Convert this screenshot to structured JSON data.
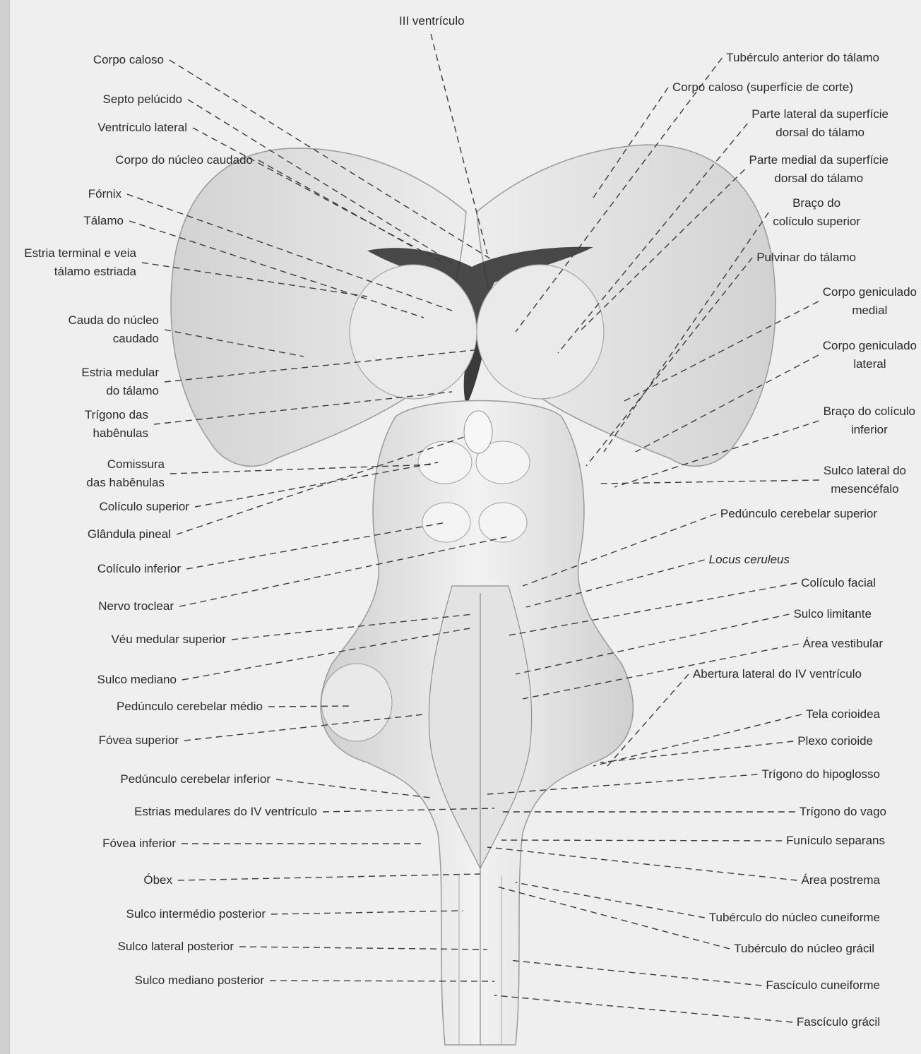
{
  "figure": {
    "top_label": "III ventrículo",
    "left_labels": [
      [
        "Corpo caloso"
      ],
      [
        "Septo pelúcido"
      ],
      [
        "Ventrículo lateral"
      ],
      [
        "Corpo do núcleo caudado"
      ],
      [
        "Fórnix"
      ],
      [
        "Tálamo"
      ],
      [
        "Estria terminal e veia",
        "tálamo estriada"
      ],
      [
        "Cauda do núcleo",
        "caudado"
      ],
      [
        "Estria medular",
        "do tálamo"
      ],
      [
        "Trígono das",
        "habênulas"
      ],
      [
        "Comissura",
        "das habênulas"
      ],
      [
        "Colículo superior"
      ],
      [
        "Glândula pineal"
      ],
      [
        "Colículo inferior"
      ],
      [
        "Nervo troclear"
      ],
      [
        "Véu medular superior"
      ],
      [
        "Sulco mediano"
      ],
      [
        "Pedúnculo cerebelar médio"
      ],
      [
        "Fóvea superior"
      ],
      [
        "Pedúnculo cerebelar inferior"
      ],
      [
        "Estrias medulares do IV ventrículo"
      ],
      [
        "Fóvea inferior"
      ],
      [
        "Óbex"
      ],
      [
        "Sulco intermédio posterior"
      ],
      [
        "Sulco lateral posterior"
      ],
      [
        "Sulco mediano posterior"
      ]
    ],
    "right_labels": [
      [
        "Tubérculo anterior do tálamo"
      ],
      [
        "Corpo caloso (superfície de corte)"
      ],
      [
        "Parte lateral da superfície",
        "dorsal do tálamo"
      ],
      [
        "Parte medial da superfície",
        "dorsal do tálamo"
      ],
      [
        "Braço do",
        "colículo superior"
      ],
      [
        "Pulvinar do tálamo"
      ],
      [
        "Corpo geniculado",
        "medial"
      ],
      [
        "Corpo geniculado",
        "lateral"
      ],
      [
        "Braço do colículo",
        "inferior"
      ],
      [
        "Sulco lateral do",
        "mesencéfalo"
      ],
      [
        "Pedúnculo cerebelar superior"
      ],
      [
        "Locus ceruleus"
      ],
      [
        "Colículo facial"
      ],
      [
        "Sulco limitante"
      ],
      [
        "Área vestibular"
      ],
      [
        "Abertura lateral do IV ventrículo"
      ],
      [
        "Tela corioidea"
      ],
      [
        "Plexo corioide"
      ],
      [
        "Trígono do hipoglosso"
      ],
      [
        "Trígono do vago"
      ],
      [
        "Funículo separans"
      ],
      [
        "Área postrema"
      ],
      [
        "Tubérculo do núcleo cuneiforme"
      ],
      [
        "Tubérculo do núcleo grácil"
      ],
      [
        "Fascículo cuneiforme"
      ],
      [
        "Fascículo grácil"
      ]
    ],
    "colors": {
      "paper": "#efefef",
      "ink": "#2a2a2a",
      "anatomy_fill": "#e6e6e6",
      "shade": "#bdbdbd",
      "dark_cavity": "#2b2b2b"
    }
  }
}
